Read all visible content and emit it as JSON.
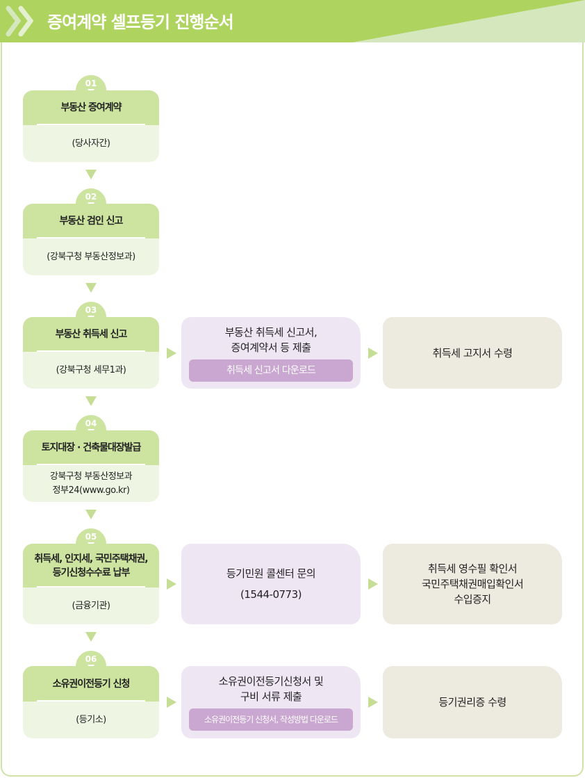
{
  "header": {
    "title": "증여계약 셀프등기 진행순서"
  },
  "colors": {
    "header": "#aed35f",
    "step_top": "#cde3a0",
    "step_bottom": "#eef5e3",
    "purple": "#efe6f4",
    "download": "#c9a7d0",
    "beige": "#edeadf"
  },
  "steps": [
    {
      "num": "01",
      "title": [
        "부동산 증여계약"
      ],
      "sub": [
        "(당사자간)"
      ]
    },
    {
      "num": "02",
      "title": [
        "부동산 검인 신고"
      ],
      "sub": [
        "(강북구청 부동산정보과)"
      ]
    },
    {
      "num": "03",
      "title": [
        "부동산 취득세 신고"
      ],
      "sub": [
        "(강북구청 세무1과)"
      ]
    },
    {
      "num": "04",
      "title": [
        "토지대장 · 건축물대장발급"
      ],
      "sub": [
        "강북구청 부동산정보과",
        "정부24(www.go.kr)"
      ]
    },
    {
      "num": "05",
      "title": [
        "취득세, 인지세, 국민주택채권,",
        "등기신청수수료 납부"
      ],
      "sub": [
        "(금융기관)"
      ]
    },
    {
      "num": "06",
      "title": [
        "소유권이전등기 신청"
      ],
      "sub": [
        "(등기소)"
      ]
    }
  ],
  "side": [
    {
      "step": 2,
      "middle": {
        "lines": [
          "부동산 취득세 신고서,",
          "증여계약서 등 제출"
        ],
        "download": "취득세 신고서 다운로드"
      },
      "result": [
        "취득세 고지서  수령"
      ]
    },
    {
      "step": 4,
      "middle": {
        "lines": [
          "등기민원 콜센터 문의",
          "(1544-0773)"
        ]
      },
      "result": [
        "취득세 영수필 확인서",
        "국민주택채권매입확인서",
        "수입증지"
      ]
    },
    {
      "step": 5,
      "middle": {
        "lines": [
          "소유권이전등기신청서  및",
          "구비 서류 제출"
        ],
        "download": "소유권이전등기 신청서, 작성방법 다운로드"
      },
      "result": [
        "등기권리증 수령"
      ]
    }
  ]
}
